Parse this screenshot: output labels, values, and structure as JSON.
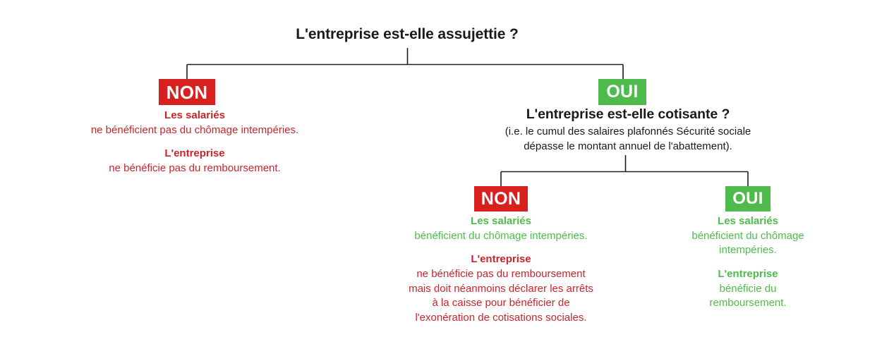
{
  "diagram": {
    "colors": {
      "no_badge_bg": "#d8201f",
      "yes_badge_bg": "#4fbb4c",
      "negative_text": "#c9252b",
      "positive_text": "#4fbb4c",
      "connector": "#1d1d1b",
      "title_text": "#1a1a1a",
      "background": "#ffffff"
    },
    "root": {
      "question": "L'entreprise est-elle assujettie ?"
    },
    "branch_non_1": {
      "badge": "NON",
      "outcome": {
        "employees_lead": "Les salariés",
        "employees_body": "ne bénéficient pas du chômage intempéries.",
        "company_lead": "L'entreprise",
        "company_body": "ne bénéficie pas du remboursement."
      }
    },
    "branch_oui_1": {
      "badge": "OUI",
      "question": "L'entreprise est-elle cotisante ?",
      "question_note_line_1": "(i.e. le cumul des salaires plafonnés Sécurité sociale",
      "question_note_line_2": "dépasse le montant annuel de l'abattement).",
      "branch_non_2": {
        "badge": "NON",
        "outcome": {
          "employees_lead": "Les salariés",
          "employees_body": "bénéficient du chômage intempéries.",
          "company_lead": "L'entreprise",
          "company_body_line_1": "ne bénéficie pas du remboursement",
          "company_body_line_2": "mais doit néanmoins déclarer les arrêts",
          "company_body_line_3": "à la caisse pour bénéficier de",
          "company_body_line_4": "l'exonération de cotisations sociales."
        }
      },
      "branch_oui_2": {
        "badge": "OUI",
        "outcome": {
          "employees_lead": "Les salariés",
          "employees_body_line_1": "bénéficient du chômage",
          "employees_body_line_2": "intempéries.",
          "company_lead": "L'entreprise",
          "company_body_line_1": "bénéficie du",
          "company_body_line_2": "remboursement."
        }
      }
    }
  }
}
